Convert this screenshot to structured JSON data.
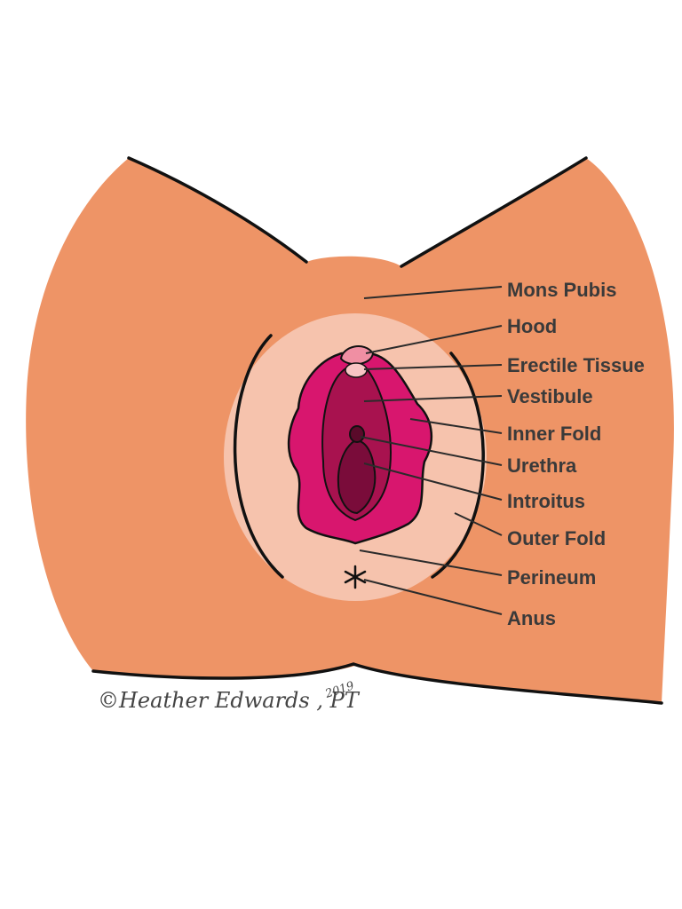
{
  "colors": {
    "skin": "#EE9466",
    "outer_fold": "#F6C3AD",
    "inner_fold": "#D8166E",
    "vestibule": "#A8124F",
    "introitus": "#7A0C3A",
    "hood": "#F08FA3",
    "erectile_tissue": "#F8C4C4",
    "label_text": "#3a3a3a"
  },
  "labels": [
    {
      "id": "mons-pubis",
      "text": "Mons Pubis"
    },
    {
      "id": "hood",
      "text": "Hood"
    },
    {
      "id": "erectile-tissue",
      "text": "Erectile Tissue"
    },
    {
      "id": "vestibule",
      "text": "Vestibule"
    },
    {
      "id": "inner-fold",
      "text": "Inner Fold"
    },
    {
      "id": "urethra",
      "text": "Urethra"
    },
    {
      "id": "introitus",
      "text": "Introitus"
    },
    {
      "id": "outer-fold",
      "text": "Outer Fold"
    },
    {
      "id": "perineum",
      "text": "Perineum"
    },
    {
      "id": "anus",
      "text": "Anus"
    }
  ],
  "signature": {
    "main": "©Heather Edwards , PT",
    "year": "2019"
  }
}
